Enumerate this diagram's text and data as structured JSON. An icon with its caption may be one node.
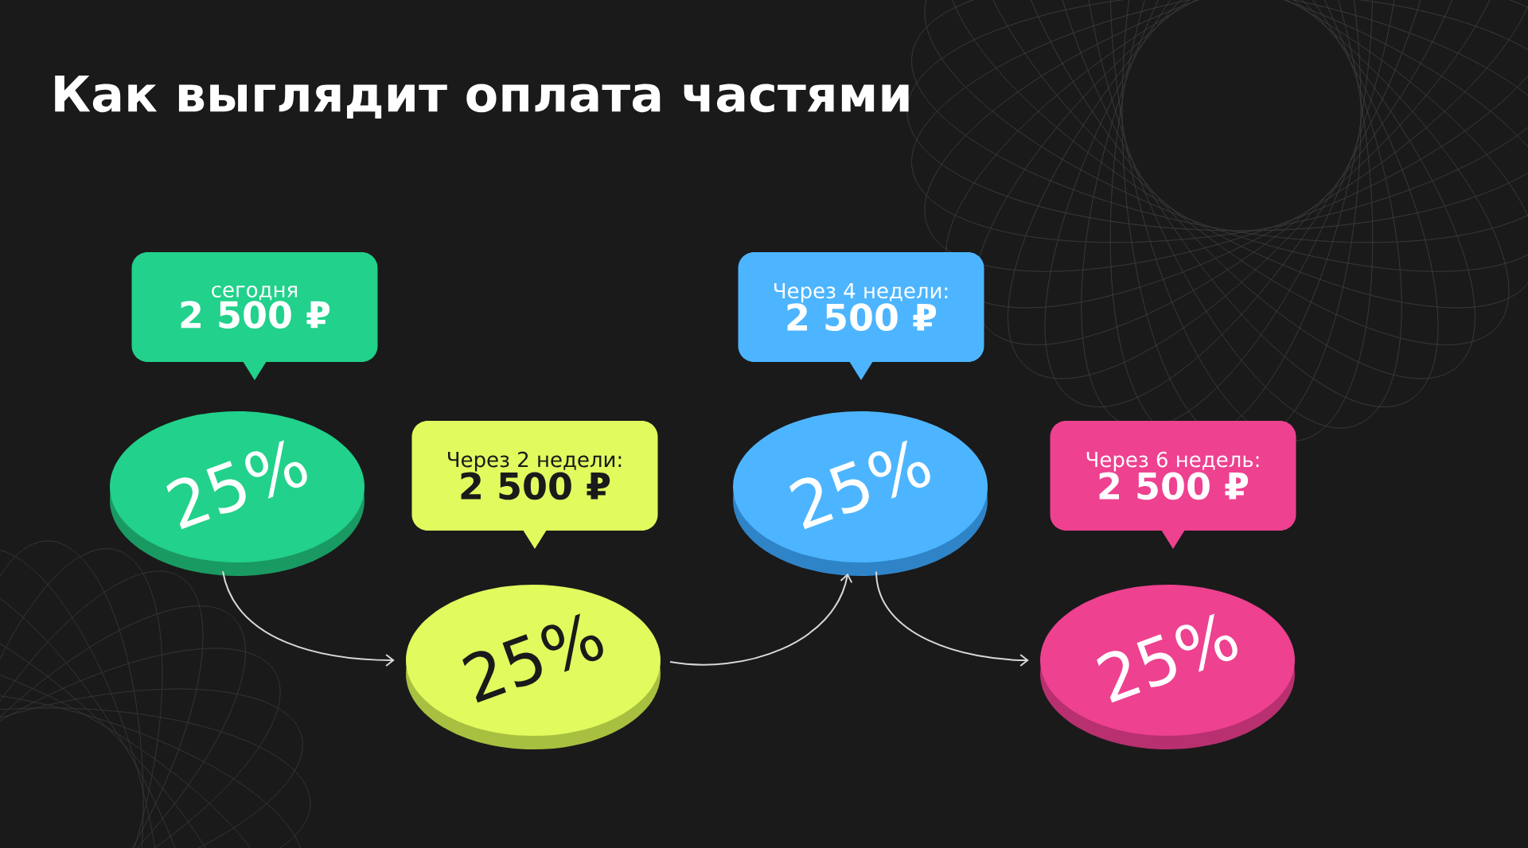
{
  "diagram": {
    "title": "Как выглядит оплата частями",
    "nodes": [
      {
        "text": [
          "сегодня",
          "2 500 ₽"
        ]
      },
      {
        "text": [
          "25%"
        ]
      },
      {
        "text": [
          "Через 2 недели:",
          "2 500 ₽"
        ]
      },
      {
        "text": [
          "25%"
        ]
      },
      {
        "text": [
          "Через 4 недели:",
          "2 500 ₽"
        ]
      },
      {
        "text": [
          "25%"
        ]
      },
      {
        "text": [
          "Через 6 недель:",
          "2 500 ₽"
        ]
      },
      {
        "text": [
          "25%"
        ]
      }
    ],
    "edges": [
      {
        "from": 1,
        "to": 3,
        "arrow": "to"
      },
      {
        "from": 3,
        "to": 5,
        "arrow": "to"
      },
      {
        "from": 5,
        "to": 7,
        "arrow": "to"
      }
    ]
  }
}
